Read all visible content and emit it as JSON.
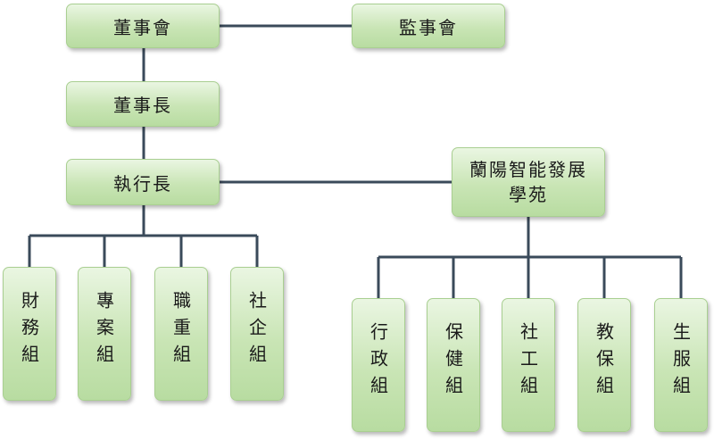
{
  "top": {
    "board": "董事會",
    "supervisors": "監事會",
    "chairman": "董事長",
    "ceo": "執行長",
    "academy": "蘭陽智能發展學苑"
  },
  "ceo_groups": [
    "財務組",
    "專案組",
    "職重組",
    "社企組"
  ],
  "academy_groups": [
    "行政組",
    "保健組",
    "社工組",
    "教保組",
    "生服組"
  ],
  "colors": {
    "line": "#3a4a5a",
    "box_top": "#eaf6e2",
    "box_bottom": "#b8dca1",
    "border": "#a9cf91"
  }
}
